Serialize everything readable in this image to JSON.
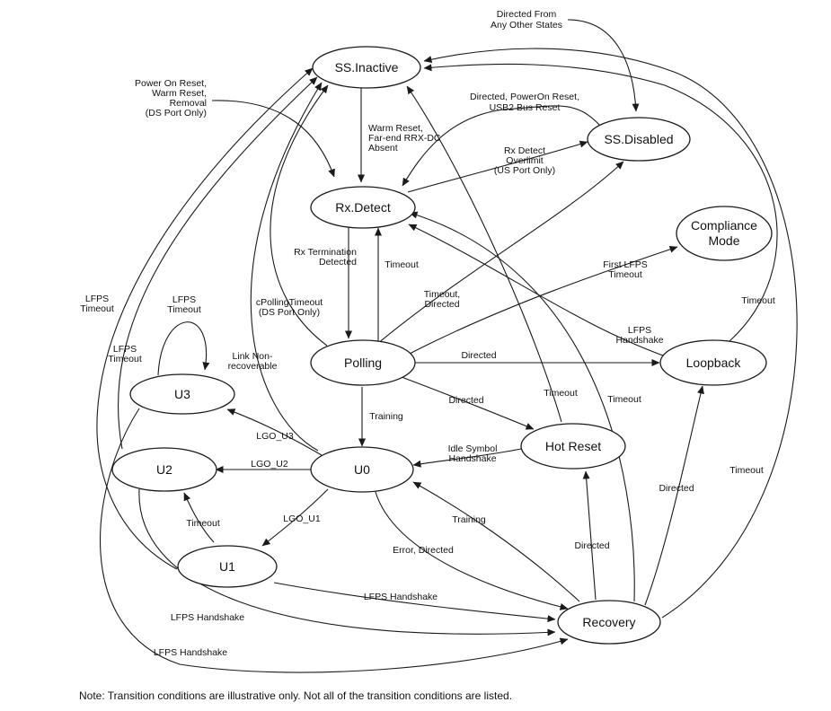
{
  "states": {
    "ss_inactive": "SS.Inactive",
    "ss_disabled": "SS.Disabled",
    "rx_detect": "Rx.Detect",
    "compliance": [
      "Compliance",
      "Mode"
    ],
    "polling": "Polling",
    "loopback": "Loopback",
    "u3": "U3",
    "u2": "U2",
    "u0": "U0",
    "hot_reset": "Hot Reset",
    "u1": "U1",
    "recovery": "Recovery"
  },
  "labels": {
    "directed_from": [
      "Directed From",
      "Any Other States"
    ],
    "power_on_reset": [
      "Power On Reset,",
      "Warm Reset,",
      "Removal",
      "(DS Port Only)"
    ],
    "directed_poweron": [
      "Directed, PowerOn Reset,",
      "USB2 Bus Reset"
    ],
    "warm_reset": [
      "Warm Reset,",
      "Far-end RRX-DC",
      "Absent"
    ],
    "rx_detect_overlimit": [
      "Rx Detect",
      "Overlimit",
      "(US Port Only)"
    ],
    "first_lfps_timeout": [
      "First LFPS",
      "Timeout"
    ],
    "rx_termination": [
      "Rx Termination",
      "Detected"
    ],
    "timeout_rxdetect": "Timeout",
    "timeout_directed": [
      "Timeout,",
      "Directed"
    ],
    "lfps_timeout_far": [
      "LFPS",
      "Timeout"
    ],
    "lfps_timeout_u3_self": [
      "LFPS",
      "Timeout"
    ],
    "lfps_timeout_u2": [
      "LFPS",
      "Timeout"
    ],
    "cpolling_timeout": [
      "cPollingTimeout",
      "(DS Port Only)"
    ],
    "lfps_handshake_loop": [
      "LFPS",
      "Handshake"
    ],
    "timeout_loopback": "Timeout",
    "link_nonrecoverable": [
      "Link Non-",
      "recoverable"
    ],
    "directed_loopback": "Directed",
    "timeout_hotreset": "Timeout",
    "directed_hotreset": "Directed",
    "timeout_recovery_rx": "Timeout",
    "training_polling": "Training",
    "lgo_u3": "LGO_U3",
    "idle_symbol": [
      "Idle Symbol",
      "Handshake"
    ],
    "lgo_u2": "LGO_U2",
    "timeout_recovery_inactive": "Timeout",
    "directed_rec_loop": "Directed",
    "timeout_u1_u2": "Timeout",
    "lgo_u1": "LGO_U1",
    "training_recovery": "Training",
    "directed_rec_hot": "Directed",
    "error_directed": "Error, Directed",
    "lfps_handshake_u1": "LFPS Handshake",
    "lfps_handshake_u2": "LFPS Handshake",
    "lfps_handshake_u3": "LFPS Handshake"
  },
  "note": "Note: Transition conditions are illustrative only.  Not all of the transition conditions are listed."
}
